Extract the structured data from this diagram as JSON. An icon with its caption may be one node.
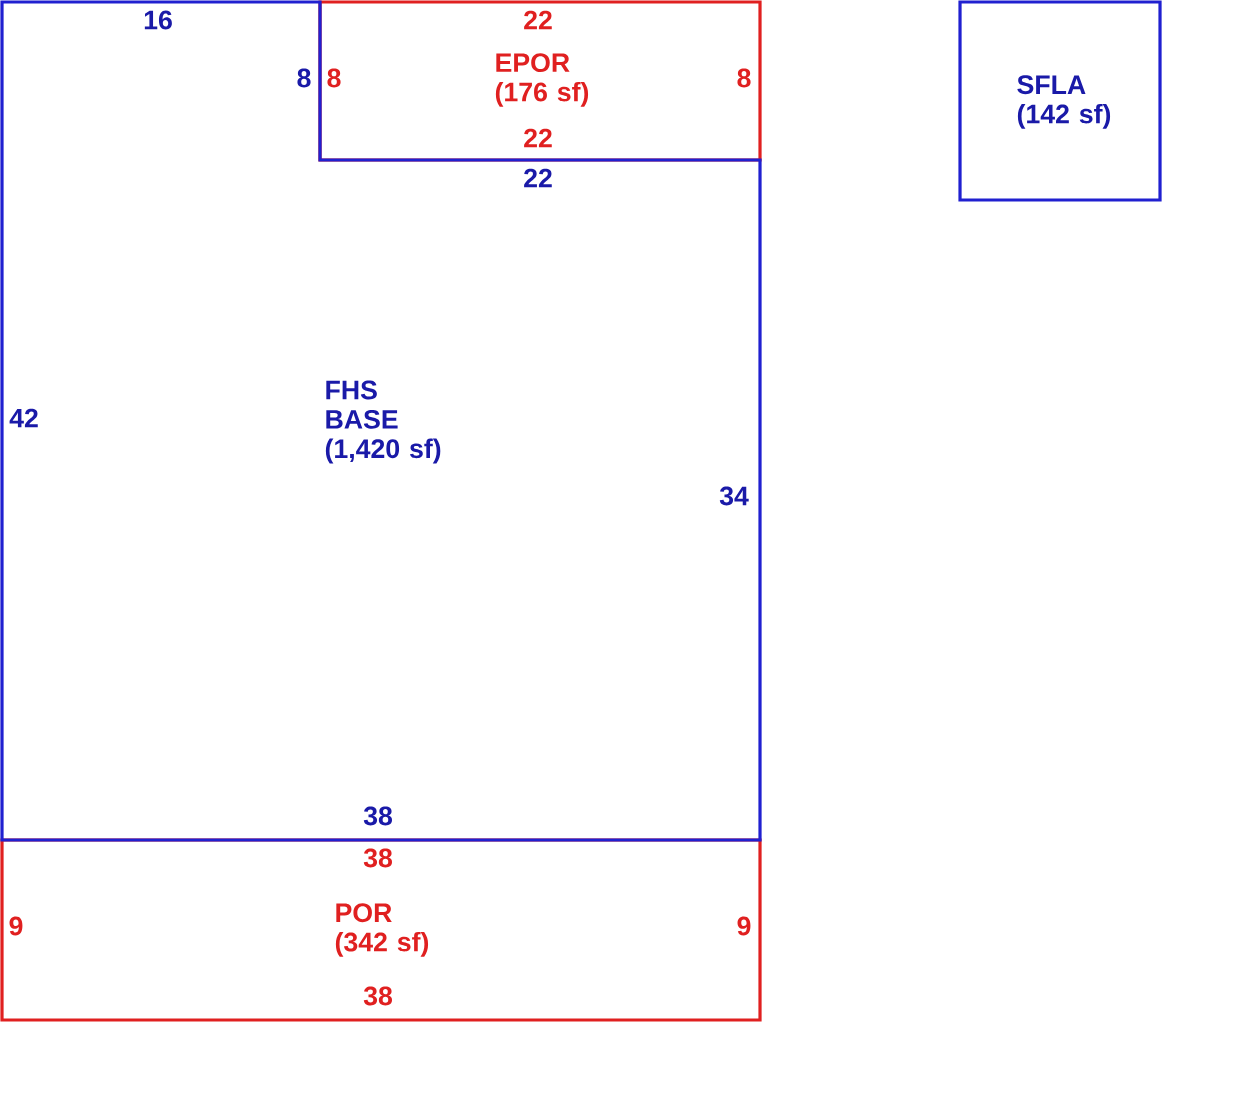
{
  "diagram": {
    "nodes": [
      {
        "text": [
          "FHS BASE (1,420 sf)",
          "16",
          "8",
          "22",
          "42",
          "34",
          "38"
        ]
      },
      {
        "text": [
          "EPOR (176 sf)",
          "22",
          "8",
          "8",
          "22"
        ]
      },
      {
        "text": [
          "POR (342 sf)",
          "38",
          "9",
          "9",
          "38"
        ]
      },
      {
        "text": [
          "SFLA (142 sf)"
        ]
      }
    ],
    "edges": []
  }
}
